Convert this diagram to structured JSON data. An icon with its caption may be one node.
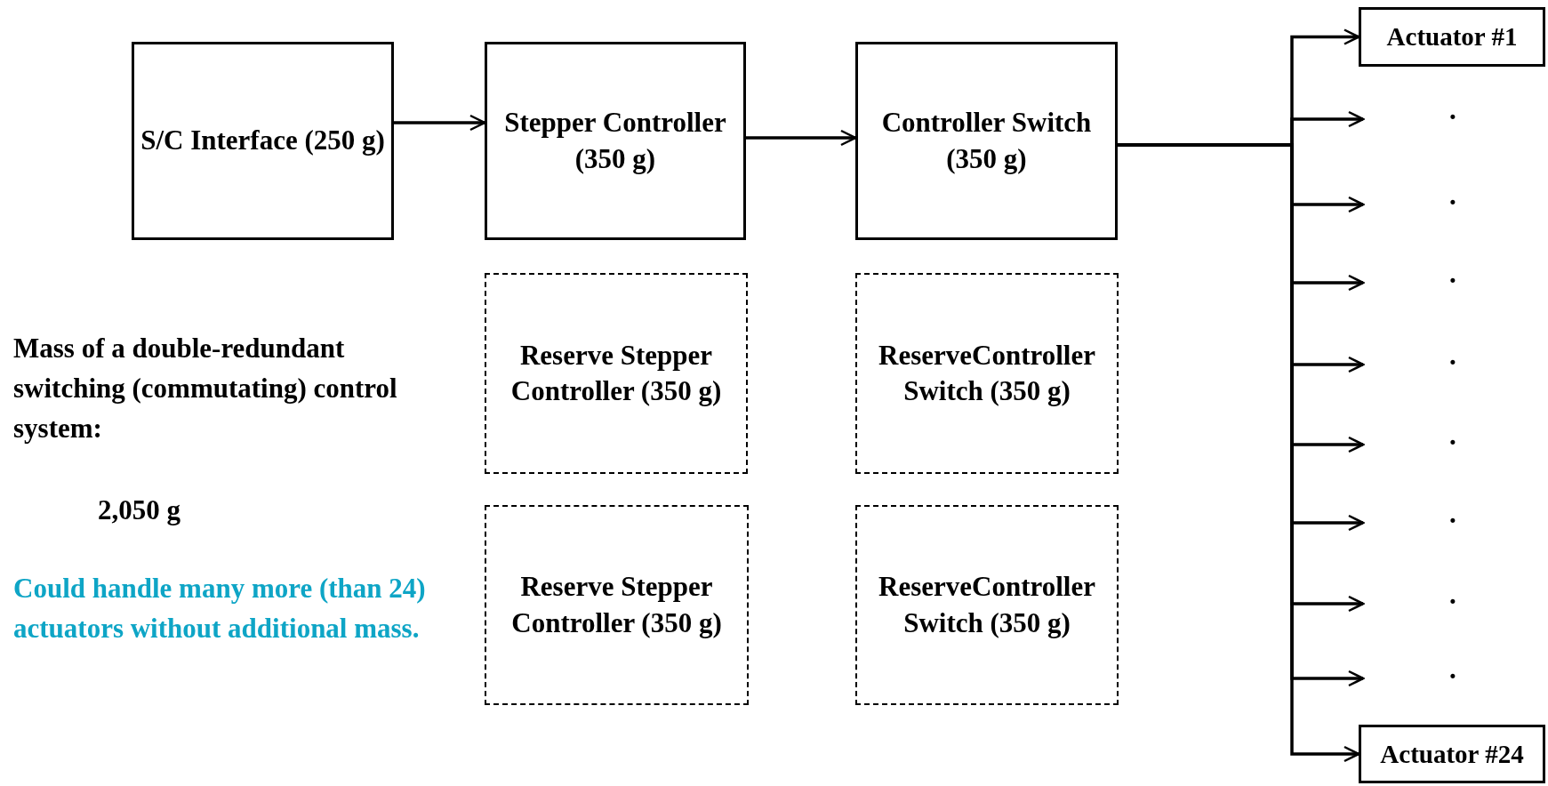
{
  "diagram": {
    "nodes": [
      {
        "text": [
          "S/C Interface (250 g)"
        ]
      },
      {
        "text": [
          "Stepper Controller (350 g)"
        ]
      },
      {
        "text": [
          "Controller Switch (350 g)"
        ]
      },
      {
        "text": [
          "Reserve Stepper Controller (350 g)"
        ]
      },
      {
        "text": [
          "ReserveController Switch (350 g)"
        ]
      },
      {
        "text": [
          "Reserve Stepper Controller (350 g)"
        ]
      },
      {
        "text": [
          "ReserveController Switch (350 g)"
        ]
      },
      {
        "text": [
          "Actuator #1"
        ]
      },
      {
        "text": [
          "Actuator #24"
        ]
      }
    ],
    "edges": [
      {
        "from": 0,
        "to": 1,
        "arrow": "to"
      },
      {
        "from": 1,
        "to": 2,
        "arrow": "to"
      },
      {
        "from": 2,
        "to": 7,
        "arrow": "to"
      },
      {
        "from": 2,
        "to": null,
        "arrow": "to"
      },
      {
        "from": 2,
        "to": null,
        "arrow": "to"
      },
      {
        "from": 2,
        "to": null,
        "arrow": "to"
      },
      {
        "from": 2,
        "to": null,
        "arrow": "to"
      },
      {
        "from": 2,
        "to": null,
        "arrow": "to"
      },
      {
        "from": 2,
        "to": null,
        "arrow": "to"
      },
      {
        "from": 2,
        "to": null,
        "arrow": "to"
      },
      {
        "from": 2,
        "to": null,
        "arrow": "to"
      },
      {
        "from": 2,
        "to": 8,
        "arrow": "to"
      }
    ],
    "labels": [
      "Mass of a double-redundant switching (commutating) control system:",
      "2,050 g",
      "Could handle many more (than 24) actuators without additional mass.",
      ".",
      ".",
      ".",
      ".",
      ".",
      ".",
      ".",
      "."
    ]
  }
}
